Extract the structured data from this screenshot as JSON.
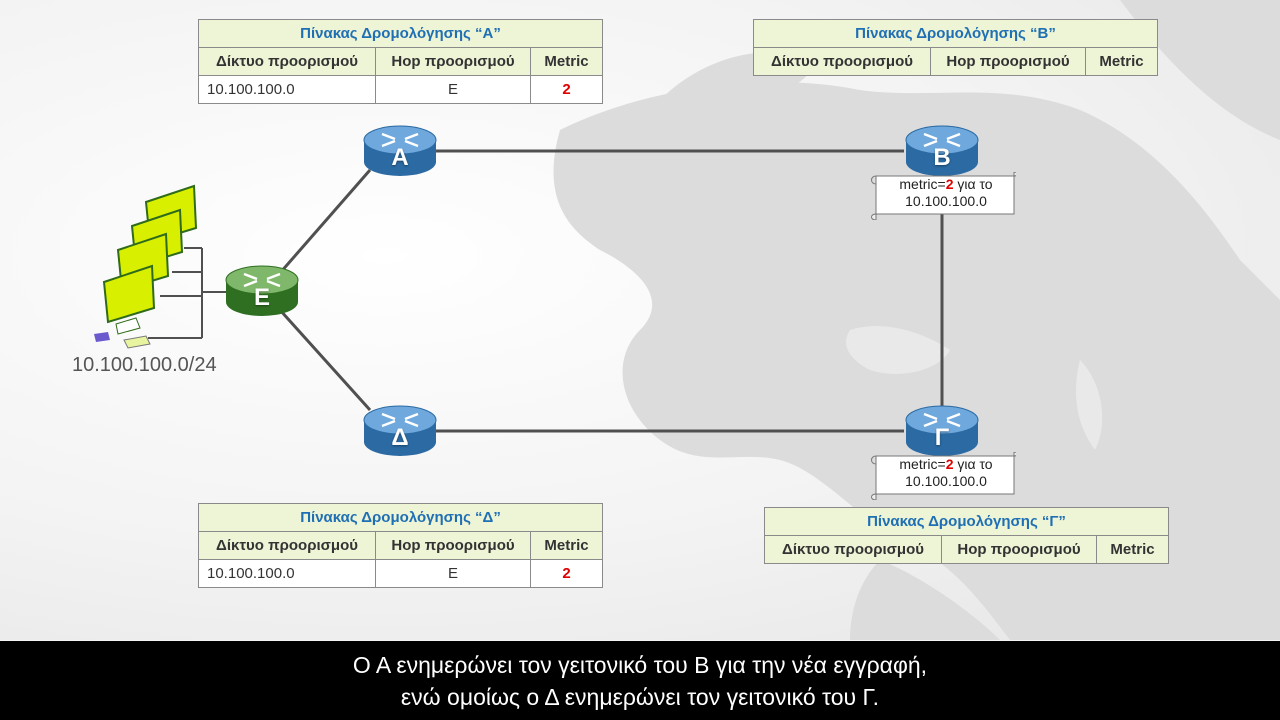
{
  "tables": {
    "a": {
      "title": "Πίνακας Δρομολόγησης “Α”",
      "headers": [
        "Δίκτυο προορισμού",
        "Hop προορισμού",
        "Metric"
      ],
      "rows": [
        {
          "dest": "10.100.100.0",
          "hop": "E",
          "metric": "2"
        }
      ]
    },
    "b": {
      "title": "Πίνακας Δρομολόγησης “Β”",
      "headers": [
        "Δίκτυο προορισμού",
        "Hop προορισμού",
        "Metric"
      ]
    },
    "d": {
      "title": "Πίνακας Δρομολόγησης “Δ”",
      "headers": [
        "Δίκτυο προορισμού",
        "Hop προορισμού",
        "Metric"
      ],
      "rows": [
        {
          "dest": "10.100.100.0",
          "hop": "E",
          "metric": "2"
        }
      ]
    },
    "g": {
      "title": "Πίνακας Δρομολόγησης “Γ”",
      "headers": [
        "Δίκτυο προορισμού",
        "Hop προορισμού",
        "Metric"
      ]
    }
  },
  "routers": {
    "a": {
      "label": "Α",
      "color": "#2f77b4"
    },
    "b": {
      "label": "Β",
      "color": "#2f77b4"
    },
    "g": {
      "label": "Γ",
      "color": "#2f77b4"
    },
    "d": {
      "label": "Δ",
      "color": "#2f77b4"
    },
    "e": {
      "label": "E",
      "color": "#3e8a2e"
    }
  },
  "notes": {
    "b": {
      "prefix": "metric=",
      "value": "2",
      "suffix": " για το",
      "line2": "10.100.100.0"
    },
    "g": {
      "prefix": "metric=",
      "value": "2",
      "suffix": " για το",
      "line2": "10.100.100.0"
    }
  },
  "subnet": {
    "label": "10.100.100.0/24"
  },
  "subtitle": {
    "line1": "Ο Α ενημερώνει τον γειτονικό του Β για την νέα εγγραφή,",
    "line2": "ενώ ομοίως ο Δ ενημερώνει τον γειτονικό του Γ."
  },
  "colors": {
    "table_header_bg": "#eef4d6",
    "table_title": "#1f6fb4",
    "metric_value": "#e00000",
    "link": "#505050",
    "monitor": "#d8f000"
  }
}
